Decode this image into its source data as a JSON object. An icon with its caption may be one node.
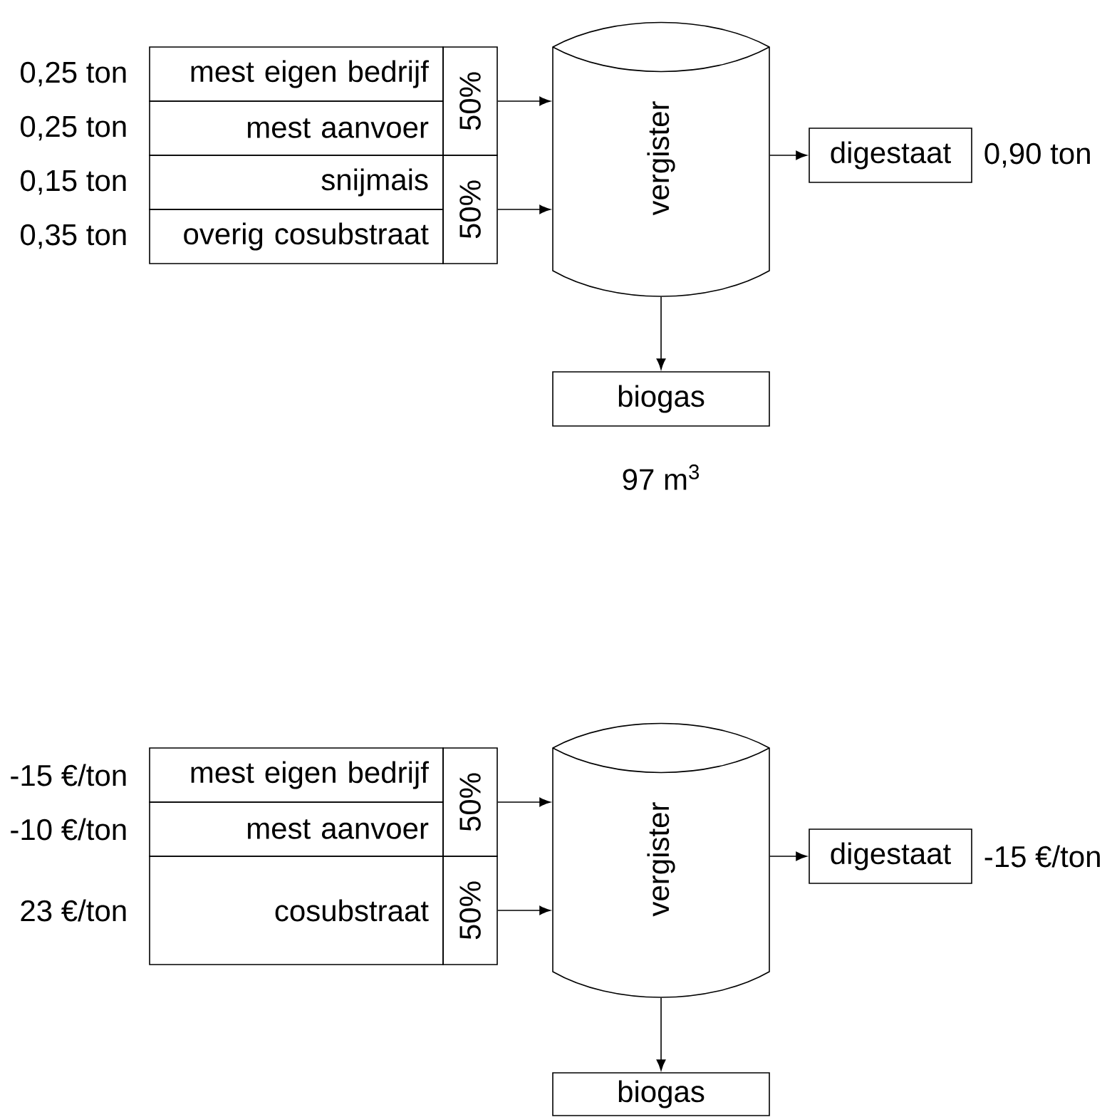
{
  "diagram": {
    "nodes": [
      {
        "text": [
          "mest eigen bedrijf"
        ],
        "beside": [
          "0,25 ton"
        ]
      },
      {
        "text": [
          "mest aanvoer"
        ],
        "beside": [
          "0,25 ton"
        ]
      },
      {
        "text": [
          "snijmais"
        ],
        "beside": [
          "0,15 ton"
        ]
      },
      {
        "text": [
          "overig cosubstraat"
        ],
        "beside": [
          "0,35 ton"
        ]
      },
      {
        "text": [
          "50%"
        ]
      },
      {
        "text": [
          "50%"
        ]
      },
      {
        "text": [
          "vergister"
        ]
      },
      {
        "text": [
          "digestaat"
        ],
        "beside": [
          "0,90 ton"
        ]
      },
      {
        "text": [
          "biogas"
        ],
        "beside": [
          "97 m$^{3}$"
        ]
      },
      {
        "text": [
          "mest eigen bedrijf"
        ],
        "beside": [
          "-15 €/ton"
        ]
      },
      {
        "text": [
          "mest aanvoer"
        ],
        "beside": [
          "-10 €/ton"
        ]
      },
      {
        "text": [
          "cosubstraat"
        ],
        "beside": [
          "23 €/ton"
        ]
      },
      {
        "text": [
          "50%"
        ]
      },
      {
        "text": [
          "50%"
        ]
      },
      {
        "text": [
          "vergister"
        ]
      },
      {
        "text": [
          "digestaat"
        ],
        "beside": [
          "-15 €/ton"
        ]
      },
      {
        "text": [
          "biogas"
        ]
      }
    ],
    "edges": [
      {
        "from": 4,
        "to": 6,
        "arrow": "to"
      },
      {
        "from": 5,
        "to": 6,
        "arrow": "to"
      },
      {
        "from": 6,
        "to": 7,
        "arrow": "to"
      },
      {
        "from": 6,
        "to": 8,
        "arrow": "to"
      },
      {
        "from": 12,
        "to": 14,
        "arrow": "to"
      },
      {
        "from": 13,
        "to": 14,
        "arrow": "to"
      },
      {
        "from": 14,
        "to": 15,
        "arrow": "to"
      },
      {
        "from": 14,
        "to": 16,
        "arrow": "to"
      }
    ]
  }
}
